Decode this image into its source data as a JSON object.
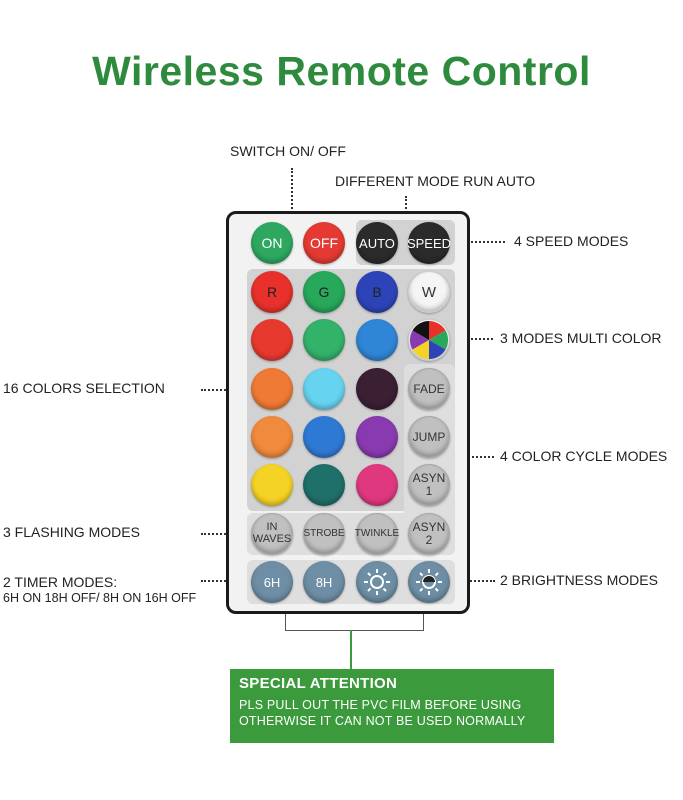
{
  "title": "Wireless Remote Control",
  "annotations": {
    "switch_on_off": "SWITCH ON/ OFF",
    "different_mode": "DIFFERENT MODE RUN AUTO",
    "speed_modes": "4 SPEED MODES",
    "multi_color": "3 MODES MULTI COLOR",
    "colors_selection": "16 COLORS SELECTION",
    "color_cycle": "4 COLOR CYCLE MODES",
    "flashing": "3 FLASHING MODES",
    "timer_line1": "2 TIMER MODES:",
    "timer_line2": "6H ON 18H OFF/ 8H ON 16H OFF",
    "brightness": "2 BRIGHTNESS MODES"
  },
  "buttons": {
    "on": "ON",
    "off": "OFF",
    "auto": "AUTO",
    "speed": "SPEED",
    "r": "R",
    "g": "G",
    "b": "B",
    "w": "W",
    "fade": "FADE",
    "jump": "JUMP",
    "asyn1": "ASYN 1",
    "asyn2": "ASYN 2",
    "in_waves": "IN WAVES",
    "strobe": "STROBE",
    "twinkle": "TWINKLE",
    "timer_6h": "6H",
    "timer_8h": "8H"
  },
  "colors": {
    "on": "#2ea861",
    "off": "#e43a33",
    "r": "#e8312b",
    "g": "#27a85a",
    "b": "#2d44b8",
    "row2": [
      "#e8392f",
      "#33b26a",
      "#2f86d6"
    ],
    "row3": [
      "#ef7a35",
      "#66d3f0",
      "#3b1f33"
    ],
    "row4": [
      "#f08a3c",
      "#2e79d4",
      "#8a3ab0"
    ],
    "row5": [
      "#f4d324",
      "#1f6f6a",
      "#e0387f"
    ]
  },
  "special_attention": {
    "title": "SPECIAL ATTENTION",
    "line1": "PLS PULL OUT THE PVC FILM BEFORE USING",
    "line2": "OTHERWISE IT CAN NOT BE USED NORMALLY"
  }
}
